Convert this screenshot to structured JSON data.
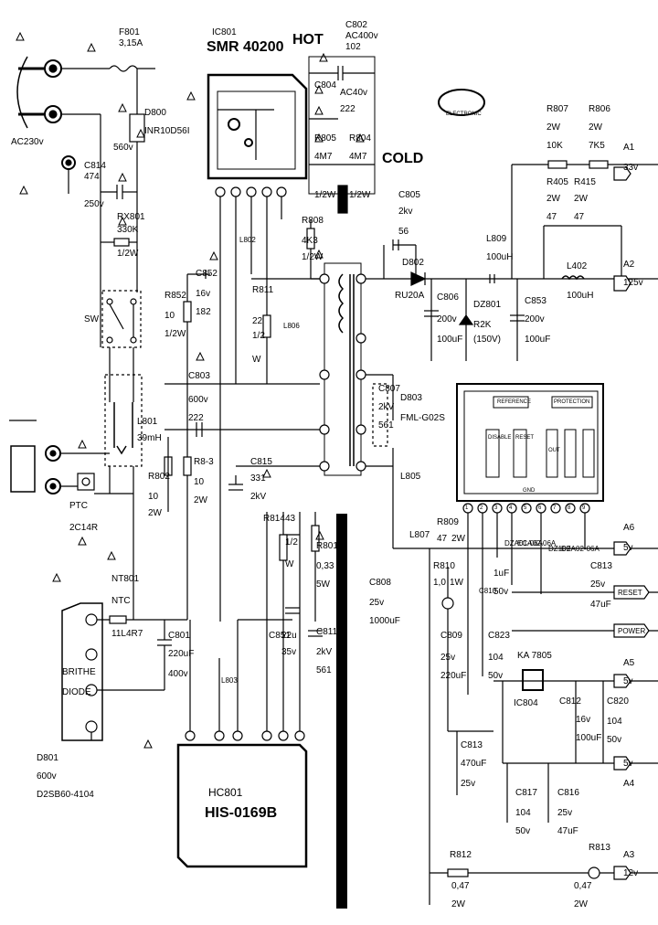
{
  "header": {
    "hot": "HOT",
    "cold": "COLD",
    "ic801": {
      "ref": "IC801",
      "part": "SMR 40200"
    },
    "logo_text": "ELECTRONIC"
  },
  "labels": {
    "f801": "F801",
    "f801v": "3,15A",
    "ac": "AC230v",
    "c802": "C802",
    "c802v1": "AC400v",
    "c802v2": "102",
    "c804": "C804",
    "c804v1": "AC40v",
    "c804v2": "222",
    "r805": "R805",
    "r805v": "4M7",
    "r805p": "1/2W",
    "r804": "R804",
    "r804v": "4M7",
    "r804p": "1/2W",
    "d800": "D800",
    "d800v": "INR10D56I",
    "d800b": "560v",
    "c814": "C814",
    "c814v1": "474",
    "c814v2": "250v",
    "rx801": "RX801",
    "rx801v": "330K",
    "rx801p": "1/2W",
    "sw": "SW",
    "r808": "R808",
    "r808v": "4K3",
    "r808p": "1/2W",
    "c805": "C805",
    "c805v1": "2kv",
    "c805v2": "56",
    "d802": "D802",
    "d802v": "RU20A",
    "c806": "C806",
    "c806v1": "200v",
    "c806v2": "100uF",
    "dz801": "DZ801",
    "dz801v": "R2K",
    "dz801v2": "(150V)",
    "c853": "C853",
    "c853v1": "200v",
    "c853v2": "100uF",
    "l809": "L809",
    "l809v": "100uH",
    "l402": "L402",
    "l402v": "100uH",
    "r807": "R807",
    "r807v1": "2W",
    "r807v2": "10K",
    "r806": "R806",
    "r806v1": "2W",
    "r806v2": "7K5",
    "r405": "R405",
    "r405v1": "2W",
    "r405v2": "47",
    "r415": "R415",
    "r415v1": "2W",
    "r415v2": "47",
    "a1": "A1",
    "a1v": "33v",
    "a2": "A2",
    "a2v": "125v",
    "c852": "C852",
    "c852v1": "16v",
    "c852v2": "182",
    "r852": "R852",
    "r852v1": "10",
    "r852v2": "1/2W",
    "r811": "R811",
    "r811v1": "22",
    "r811v2": "1/2",
    "r811v3": "W",
    "l802": "L802",
    "l806": "L806",
    "c803": "C803",
    "c803v1": "600v",
    "c803v2": "222",
    "l801": "L801",
    "l801v": "39mH",
    "r802": "R802",
    "r802v1": "10",
    "r802v2": "2W",
    "r83": "R8-3",
    "r83v1": "10",
    "r83v2": "2W",
    "c815": "C815",
    "c815v1": "331",
    "c815v2": "2kV",
    "c807": "C807",
    "c807v1": "2kV",
    "c807v2": "561",
    "d803": "D803",
    "d803v": "FML-G02S",
    "l805": "L805",
    "ptc": "PTC",
    "ptcv": "2C14R",
    "nt801": "NT801",
    "ntc": "NTC",
    "nt801v": "11L4R7",
    "brite": "BRITHE",
    "diode": "DIODE",
    "d801": "D801",
    "d801v1": "600v",
    "d801v2": "D2SB60-4104",
    "c801": "C801",
    "c801v1": "220uF",
    "c801v2": "400v",
    "r814": "R814",
    "r814v1": "43",
    "r814v2": "1/2",
    "r814v3": "W",
    "r801": "R801",
    "r801v1": "0,33",
    "r801v2": "5W",
    "c851": "C851",
    "c851v1": "22u",
    "c851v2": "35v",
    "c811": "C811",
    "c811v1": "2kV",
    "c811v2": "561",
    "l803": "L803",
    "hc801": "HC801",
    "hc801v": "HIS-0169B",
    "l807": "L807",
    "r809": "R809",
    "r809v1": "47",
    "r809v2": "2W",
    "r810": "R810",
    "r810v1": "1,0",
    "r810v2": "1W",
    "c808": "C808",
    "c808v1": "25v",
    "c808v2": "1000uF",
    "c810": "C810",
    "c810v": "1uF",
    "c810v2": "50v",
    "c809": "C809",
    "c809v1": "25v",
    "c809v2": "220uF",
    "c823": "C823",
    "c823v1": "104",
    "c823v2": "50v",
    "dz": "DZ109",
    "dz2": "DZA02-06A",
    "dz3": "DZA01-06A",
    "dz4": "ECA02-06A",
    "c813a": "C813",
    "c813av1": "25v",
    "c813av2": "47uF",
    "a6": "A6",
    "a6v": "5v",
    "reset": "RESET",
    "power": "POWER",
    "ka": "KA 7805",
    "ic804": "IC804",
    "c812": "C812",
    "c812v1": "16v",
    "c812v2": "100uF",
    "c820": "C820",
    "c820v1": "104",
    "c820v2": "50v",
    "a5": "A5",
    "a5v": "5v",
    "c813": "C813",
    "c813v1": "470uF",
    "c813v2": "25v",
    "a4": "A4",
    "a4v": "5v",
    "c817": "C817",
    "c817v1": "104",
    "c817v2": "50v",
    "c816": "C816",
    "c816v1": "25v",
    "c816v2": "47uF",
    "r812": "R812",
    "r812v1": "0,47",
    "r812v2": "2W",
    "r813": "R813",
    "r813v1": "0,47",
    "r813v2": "2W",
    "a3": "A3",
    "a3v": "12v",
    "reference": "REFERENCE",
    "protection": "PROTECTION",
    "disable": "DISABLE",
    "reset2": "RESET",
    "out": "OUT",
    "gnd": "GND",
    "c852r": "R852",
    "num": [
      "1",
      "2",
      "3",
      "4",
      "5",
      "6",
      "7",
      "8",
      "9"
    ]
  },
  "colors": {
    "ink": "#000000",
    "paper": "#ffffff"
  }
}
